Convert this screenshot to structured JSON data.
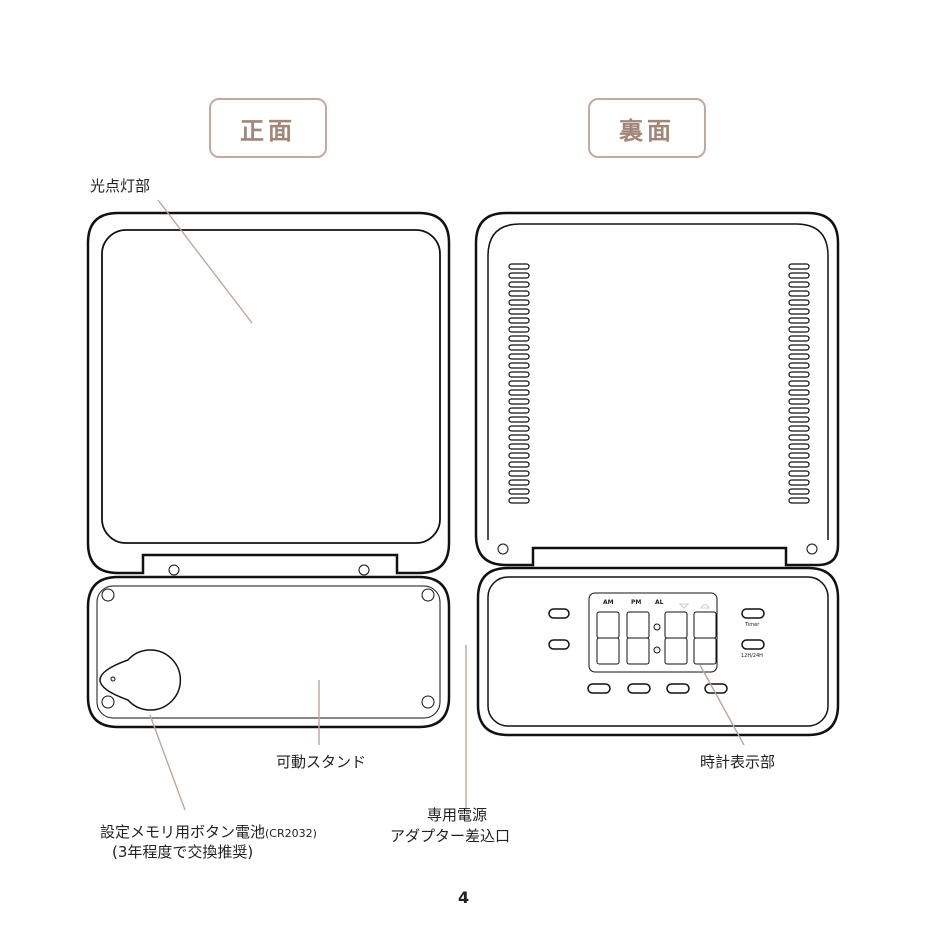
{
  "headers": {
    "front": "正面",
    "back": "裏面"
  },
  "labels": {
    "light": "光点灯部",
    "stand": "可動スタンド",
    "battery_line1": "設定メモリ用ボタン電池",
    "battery_model": "(CR2032)",
    "battery_line2": "(3年程度で交換推奨)",
    "adapter_line1": "専用電源",
    "adapter_line2": "アダプター差込口",
    "clock": "時計表示部"
  },
  "display": {
    "am": "AM",
    "pm": "PM",
    "al": "AL",
    "timer": "Timer",
    "mode": "12H/24H"
  },
  "page_number": "4",
  "colors": {
    "accent": "#c4aa9c",
    "leader": "#bba89c"
  }
}
